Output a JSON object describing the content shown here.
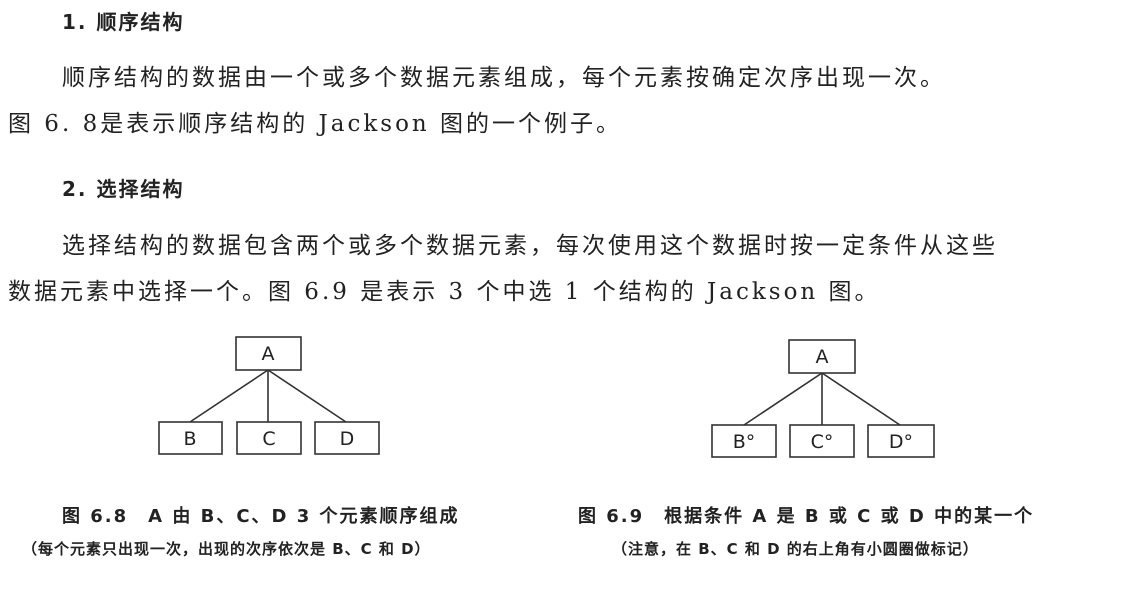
{
  "section1": {
    "heading": "1. 顺序结构",
    "line1": "顺序结构的数据由一个或多个数据元素组成，每个元素按确定次序出现一次。",
    "line2": "图 6. 8是表示顺序结构的 Jackson 图的一个例子。"
  },
  "section2": {
    "heading": "2. 选择结构",
    "line1": "选择结构的数据包含两个或多个数据元素，每次使用这个数据时按一定条件从这些",
    "line2": "数据元素中选择一个。图 6.9 是表示 3 个中选 1 个结构的 Jackson 图。"
  },
  "fig68": {
    "root": "A",
    "children": [
      "B",
      "C",
      "D"
    ],
    "caption": "图 6.8　A 由 B、C、D 3 个元素顺序组成",
    "note": "（每个元素只出现一次，出现的次序依次是 B、C 和 D）"
  },
  "fig69": {
    "root": "A",
    "children": [
      "B°",
      "C°",
      "D°"
    ],
    "caption": "图 6.9　根据条件 A 是 B 或 C 或 D 中的某一个",
    "note": "（注意，在 B、C 和 D 的右上角有小圆圈做标记）"
  }
}
